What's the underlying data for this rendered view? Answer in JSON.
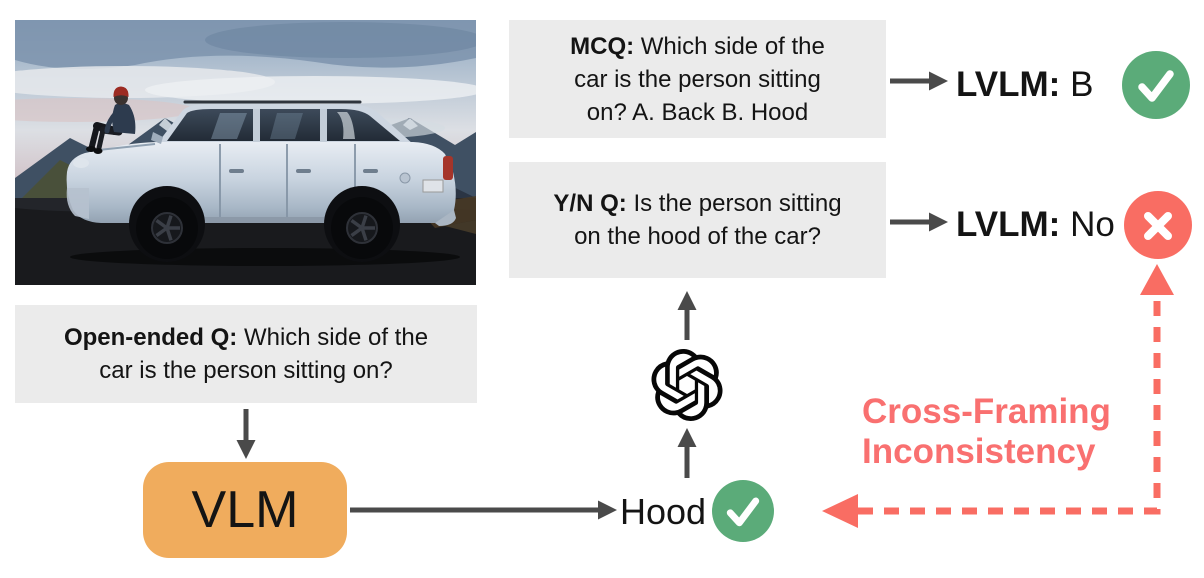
{
  "colors": {
    "box_gray": "#ebebeb",
    "vlm_orange": "#f0ac5d",
    "correct_green": "#5bab79",
    "error_red": "#f96d63",
    "annotation_red": "#f97070",
    "arrow_gray": "#4a4a4a"
  },
  "photo": {
    "description": "Person in a red beanie sitting on the hood of a silver SUV on dark volcanic ground with misty mountains behind"
  },
  "questions": {
    "mcq": {
      "prefix": "MCQ:",
      "text": "Which side of the car is the person sitting on? A. Back B. Hood"
    },
    "yes_no": {
      "prefix": "Y/N Q:",
      "text": "Is the person sitting on the hood of the car?"
    },
    "open_ended": {
      "prefix": "Open-ended Q:",
      "text": "Which side of the car is the person sitting on?"
    }
  },
  "answers": {
    "mcq": {
      "model_label": "LVLM:",
      "value": "B",
      "verdict_icon": "check-icon"
    },
    "yes_no": {
      "model_label": "LVLM:",
      "value": "No",
      "verdict_icon": "cross-icon"
    },
    "open_ended": {
      "value": "Hood",
      "verdict_icon": "check-icon"
    }
  },
  "nodes": {
    "vlm_label": "VLM",
    "judge_icon": "openai-logo-icon"
  },
  "annotation": {
    "line1": "Cross-Framing",
    "line2": "Inconsistency"
  }
}
